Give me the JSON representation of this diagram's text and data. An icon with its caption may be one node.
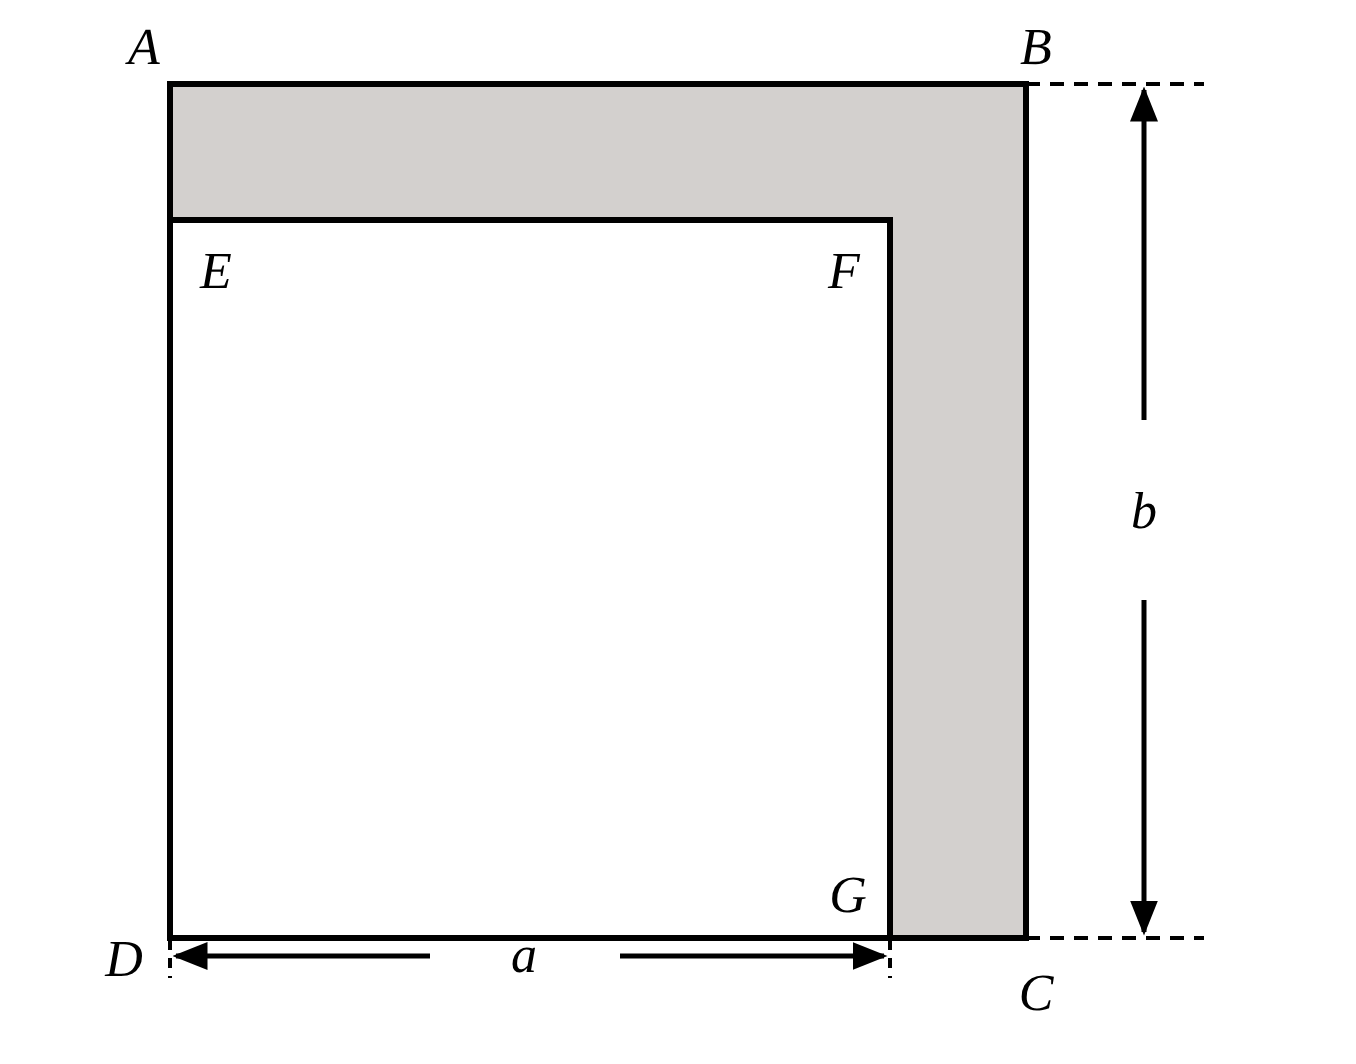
{
  "diagram": {
    "labels": [
      "A",
      "B",
      "E",
      "F",
      "b",
      "G",
      "D",
      "a",
      "C"
    ]
  }
}
